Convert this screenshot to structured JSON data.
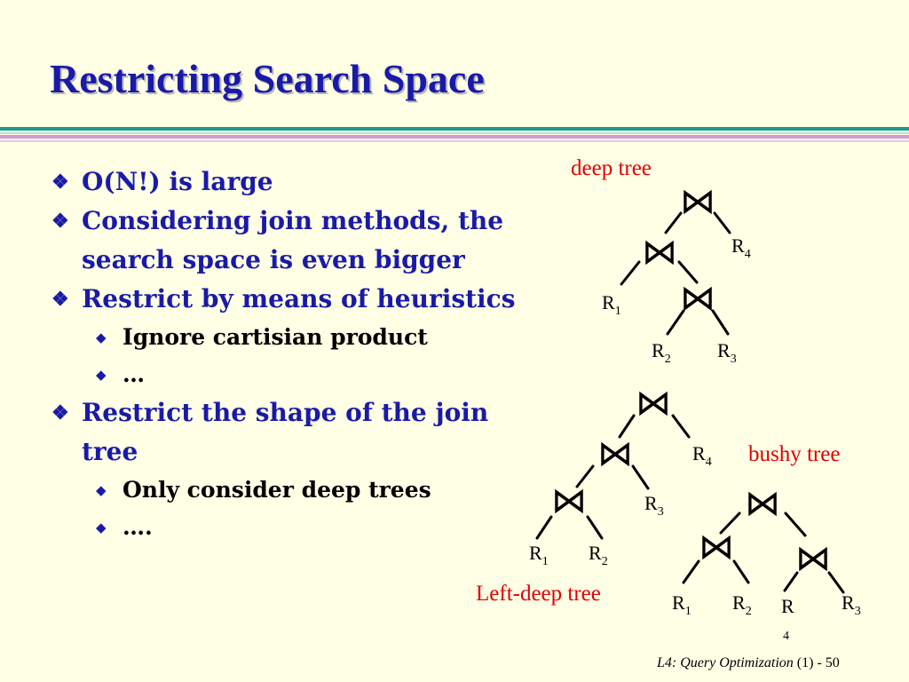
{
  "title": "Restricting Search Space",
  "bullets": [
    {
      "text": "O(N!) is large"
    },
    {
      "text": "Considering join methods, the search space is even bigger"
    },
    {
      "text": "Restrict by means of heuristics",
      "subitems": [
        "Ignore cartisian product",
        "…"
      ]
    },
    {
      "text": "Restrict the shape of the join tree",
      "subitems": [
        "Only consider deep trees",
        "…."
      ]
    }
  ],
  "labels": {
    "deep_tree": "deep tree",
    "bushy_tree": "bushy tree",
    "left_deep_tree": "Left-deep tree"
  },
  "join_symbol": "⋈",
  "relations": {
    "r1": {
      "base": "R",
      "sub": "1"
    },
    "r2": {
      "base": "R",
      "sub": "2"
    },
    "r3": {
      "base": "R",
      "sub": "3"
    },
    "r4": {
      "base": "R",
      "sub": "4"
    }
  },
  "footer": {
    "course": "L4: Query Optimization",
    "rest": " (1) - 50"
  },
  "colors": {
    "title": "#1a1aa8",
    "body_text": "#1a1aa8",
    "subitem_text": "#000000",
    "tree_label": "#e00000",
    "background": "#ffffe6",
    "rule_teal": "#1c9a8e",
    "rule_pink": "#d39ad6"
  }
}
